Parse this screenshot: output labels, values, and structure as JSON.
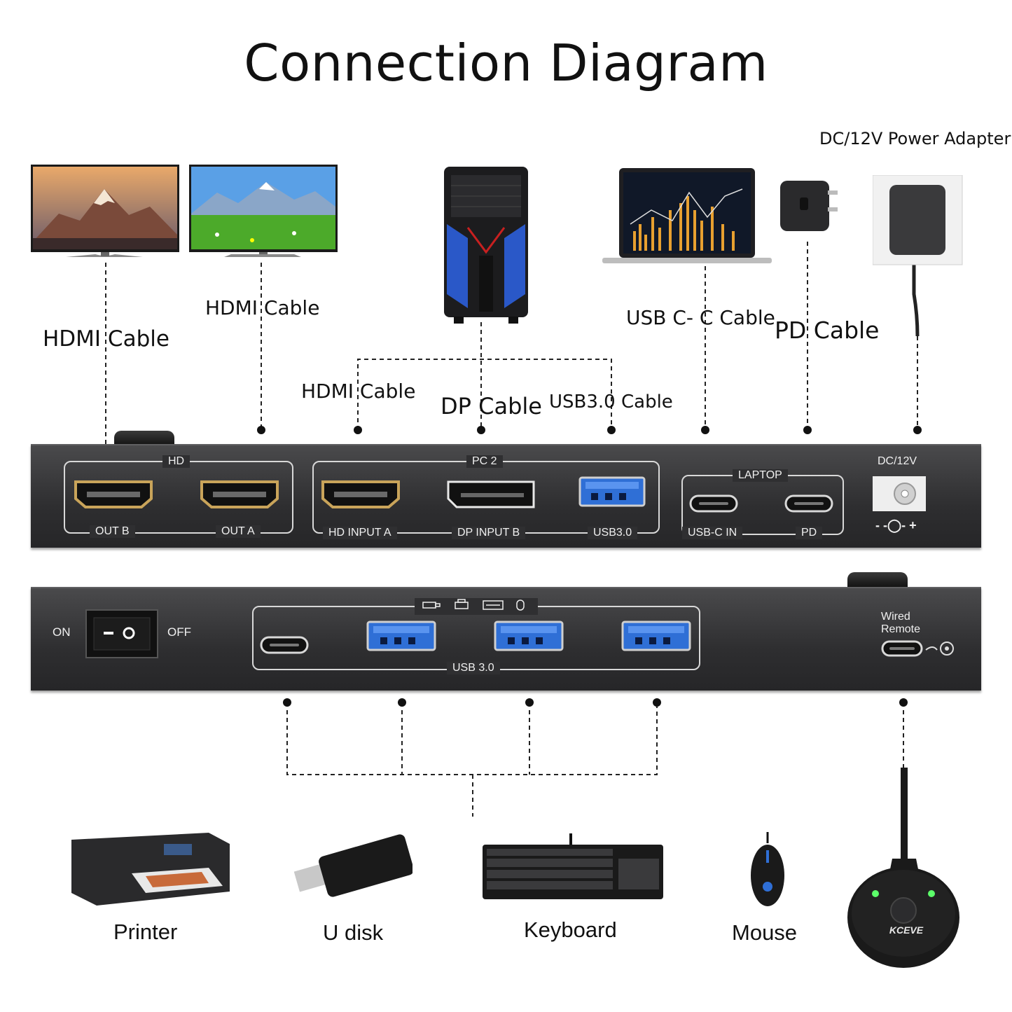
{
  "title": "Connection Diagram",
  "cable_labels": {
    "hdmi_out_b": "HDMI Cable",
    "hdmi_out_a": "HDMI Cable",
    "hdmi_pc2": "HDMI Cable",
    "dp": "DP Cable",
    "usb30": "USB3.0 Cable",
    "usbc": "USB C- C Cable",
    "pd": "PD Cable",
    "power": "DC/12V Power Adapter"
  },
  "front_panel": {
    "hd_group": "HD",
    "out_b": "OUT B",
    "out_a": "OUT A",
    "pc2_group": "PC 2",
    "hd_input_a": "HD INPUT A",
    "dp_input_b": "DP INPUT B",
    "usb30": "USB3.0",
    "laptop_group": "LAPTOP",
    "usbc_in": "USB-C IN",
    "pd": "PD",
    "dc": "DC/12V",
    "polarity": "- -◯- +"
  },
  "rear_panel": {
    "on": "ON",
    "off": "OFF",
    "usb_group": "USB 3.0",
    "wired_remote_1": "Wired",
    "wired_remote_2": "Remote"
  },
  "devices": {
    "printer": "Printer",
    "udisk": "U disk",
    "keyboard": "Keyboard",
    "mouse": "Mouse"
  },
  "remote_brand": "KCEVE",
  "colors": {
    "panel": "#2f2f31",
    "hdmi_gold": "#c9a45a",
    "usb_blue": "#2f6fd6",
    "led_green": "#5cff6a"
  }
}
